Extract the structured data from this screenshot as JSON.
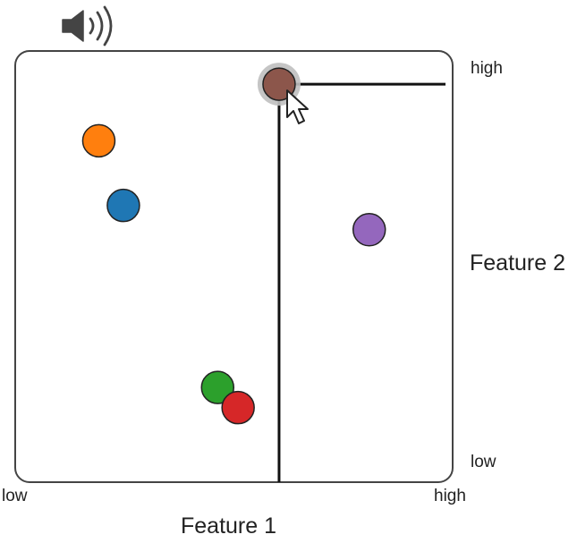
{
  "sound_icon": "speaker-icon",
  "x_axis": {
    "label": "Feature 1",
    "low": "low",
    "high": "high"
  },
  "y_axis": {
    "label": "Feature 2",
    "low": "low",
    "high": "high"
  },
  "colors": {
    "frame": "#444444",
    "guides": "#111111",
    "highlight_ring": "#bfbfbf"
  },
  "points": [
    {
      "id": "orange",
      "feature1": 0.18,
      "feature2": 0.82,
      "color": "#ff7f0e"
    },
    {
      "id": "blue",
      "feature1": 0.24,
      "feature2": 0.66,
      "color": "#1f77b4"
    },
    {
      "id": "purple",
      "feature1": 0.84,
      "feature2": 0.6,
      "color": "#9467bd"
    },
    {
      "id": "green",
      "feature1": 0.47,
      "feature2": 0.21,
      "color": "#2ca02c"
    },
    {
      "id": "red",
      "feature1": 0.52,
      "feature2": 0.16,
      "color": "#d62728"
    },
    {
      "id": "brown",
      "feature1": 0.62,
      "feature2": 0.96,
      "color": "#8c564b",
      "highlighted": true
    }
  ]
}
